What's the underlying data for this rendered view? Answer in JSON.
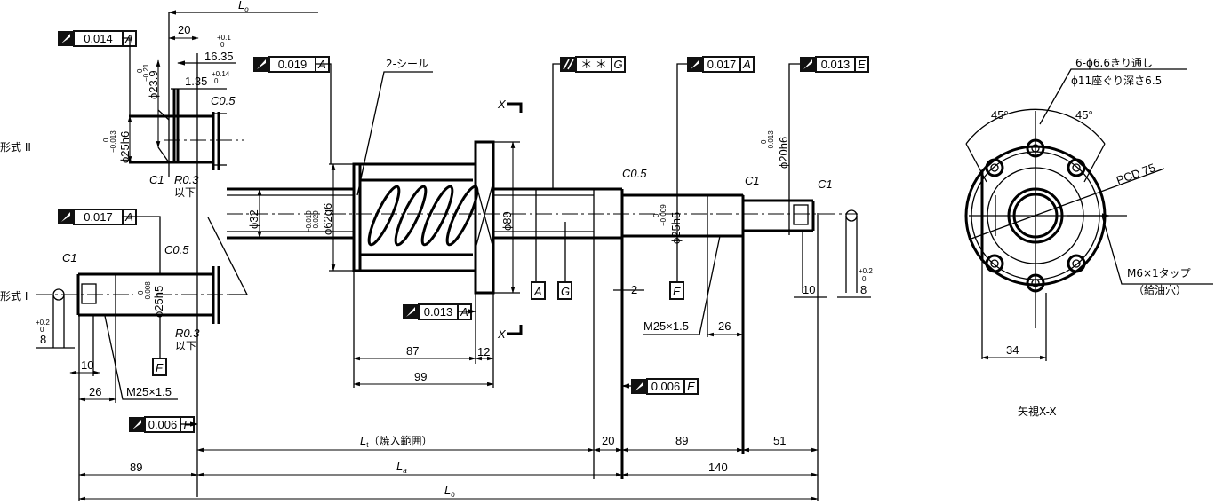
{
  "colors": {
    "ink": "#000000",
    "paper": "#ffffff"
  },
  "top": {
    "lo": {
      "main": "L",
      "sub": "o"
    },
    "dim_20": "20",
    "tol_16_35": {
      "upper": "+0.1",
      "lower": "0"
    },
    "dim_16_35": "16.35",
    "dim_1_35": "1.35",
    "tol_1_35": {
      "upper": "+0.14",
      "lower": "0"
    },
    "c05": "C0.5",
    "d23_9": "ϕ23.9",
    "tol_23_9": {
      "upper": "0",
      "lower": "−0.21"
    }
  },
  "type2": {
    "label": "形式 II",
    "d25h6": "ϕ25h6",
    "tol": {
      "upper": "0",
      "lower": "−0.013"
    },
    "c1": "C1",
    "r03": "R0.3",
    "below": "以下"
  },
  "type1": {
    "label": "形式 I",
    "c1": "C1",
    "c05": "C0.5",
    "d25h5": "ϕ25h5",
    "tol": {
      "upper": "0",
      "lower": "−0.008"
    },
    "r03": "R0.3",
    "below": "以下",
    "tol8": {
      "upper": "+0.2",
      "lower": "0"
    },
    "dim_8": "8",
    "dim_10": "10",
    "dim_26": "26",
    "thread": "M25×1.5",
    "datum_f": "F"
  },
  "fcf": [
    {
      "value": "0.014",
      "datum": "A",
      "symbol": "circular-runout"
    },
    {
      "value": "0.017",
      "datum": "A",
      "symbol": "circular-runout"
    },
    {
      "value": "0.006",
      "datum": "F",
      "symbol": "circular-runout"
    },
    {
      "value": "0.019",
      "datum": "A",
      "symbol": "circular-runout"
    },
    {
      "value": "0.013",
      "datum": "A",
      "symbol": "circular-runout"
    },
    {
      "value": "＊ ＊",
      "datum": "G",
      "symbol": "parallelism"
    },
    {
      "value": "0.017",
      "datum": "A",
      "symbol": "circular-runout"
    },
    {
      "value": "0.013",
      "datum": "E",
      "symbol": "circular-runout"
    },
    {
      "value": "0.006",
      "datum": "E",
      "symbol": "circular-runout"
    }
  ],
  "nut": {
    "d32": "ϕ32",
    "d62g6": "ϕ62g6",
    "tol62": {
      "upper": "−0.010",
      "lower": "−0.029"
    },
    "seal": "2-シール",
    "d89": "ϕ89",
    "dim_87": "87",
    "dim_12": "12",
    "dim_99": "99",
    "section_mark": "X"
  },
  "right_shaft": {
    "datum_a": "A",
    "datum_g": "G",
    "datum_e": "E",
    "c05": "C0.5",
    "dim_2": "2",
    "d25h5": "ϕ25h5",
    "tol25": {
      "upper": "0",
      "lower": "−0.009"
    },
    "thread": "M25×1.5",
    "dim_26": "26",
    "c1a": "C1",
    "c1b": "C1",
    "d20h6": "ϕ20h6",
    "tol20": {
      "upper": "0",
      "lower": "−0.013"
    },
    "dim_10": "10",
    "tol8": {
      "upper": "+0.2",
      "lower": "0"
    },
    "dim_8": "8"
  },
  "bottom": {
    "l1": {
      "main": "L",
      "sub": "t",
      "note": "（焼入範囲）"
    },
    "dim_20": "20",
    "dim_89": "89",
    "dim_51": "51",
    "dim_89_left": "89",
    "la": {
      "main": "L",
      "sub": "a"
    },
    "dim_140": "140",
    "lo": {
      "main": "L",
      "sub": "o"
    }
  },
  "section_view": {
    "holes_1": "6-ϕ6.6きり通し",
    "holes_2": "ϕ11座ぐり深さ6.5",
    "angle_left": "45°",
    "angle_right": "45°",
    "pcd": "PCD 75",
    "tap": "M6×1タップ",
    "tap_note": "（給油穴）",
    "dim_34": "34",
    "title": "矢視X-X"
  }
}
